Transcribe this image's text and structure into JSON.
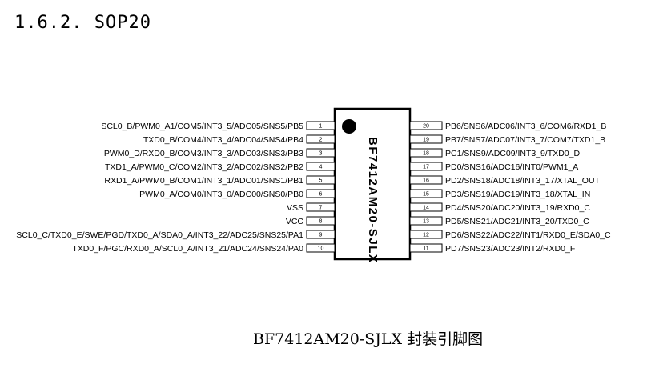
{
  "heading": "1.6.2. SOP20",
  "chip": {
    "name": "BF7412AM20-SJLX",
    "left_pins": [
      {
        "num": "1",
        "label": "SCL0_B/PWM0_A1/COM5/INT3_5/ADC05/SNS5/PB5"
      },
      {
        "num": "2",
        "label": "TXD0_B/COM4/INT3_4/ADC04/SNS4/PB4"
      },
      {
        "num": "3",
        "label": "PWM0_D/RXD0_B/COM3/INT3_3/ADC03/SNS3/PB3"
      },
      {
        "num": "4",
        "label": "TXD1_A/PWM0_C/COM2/INT3_2/ADC02/SNS2/PB2"
      },
      {
        "num": "5",
        "label": "RXD1_A/PWM0_B/COM1/INT3_1/ADC01/SNS1/PB1"
      },
      {
        "num": "6",
        "label": "PWM0_A/COM0/INT3_0/ADC00/SNS0/PB0"
      },
      {
        "num": "7",
        "label": "VSS"
      },
      {
        "num": "8",
        "label": "VCC"
      },
      {
        "num": "9",
        "label": "SCL0_C/TXD0_E/SWE/PGD/TXD0_A/SDA0_A/INT3_22/ADC25/SNS25/PA1"
      },
      {
        "num": "10",
        "label": "TXD0_F/PGC/RXD0_A/SCL0_A/INT3_21/ADC24/SNS24/PA0"
      }
    ],
    "right_pins": [
      {
        "num": "20",
        "label": "PB6/SNS6/ADC06/INT3_6/COM6/RXD1_B"
      },
      {
        "num": "19",
        "label": "PB7/SNS7/ADC07/INT3_7/COM7/TXD1_B"
      },
      {
        "num": "18",
        "label": "PC1/SNS9/ADC09/INT3_9/TXD0_D"
      },
      {
        "num": "17",
        "label": "PD0/SNS16/ADC16/INT0/PWM1_A"
      },
      {
        "num": "16",
        "label": "PD2/SNS18/ADC18/INT3_17/XTAL_OUT"
      },
      {
        "num": "15",
        "label": "PD3/SNS19/ADC19/INT3_18/XTAL_IN"
      },
      {
        "num": "14",
        "label": "PD4/SNS20/ADC20/INT3_19/RXD0_C"
      },
      {
        "num": "13",
        "label": "PD5/SNS21/ADC21/INT3_20/TXD0_C"
      },
      {
        "num": "12",
        "label": "PD6/SNS22/ADC22/INT1/RXD0_E/SDA0_C"
      },
      {
        "num": "11",
        "label": "PD7/SNS23/ADC23/INT2/RXD0_F"
      }
    ]
  },
  "caption": "BF7412AM20-SJLX 封装引脚图"
}
